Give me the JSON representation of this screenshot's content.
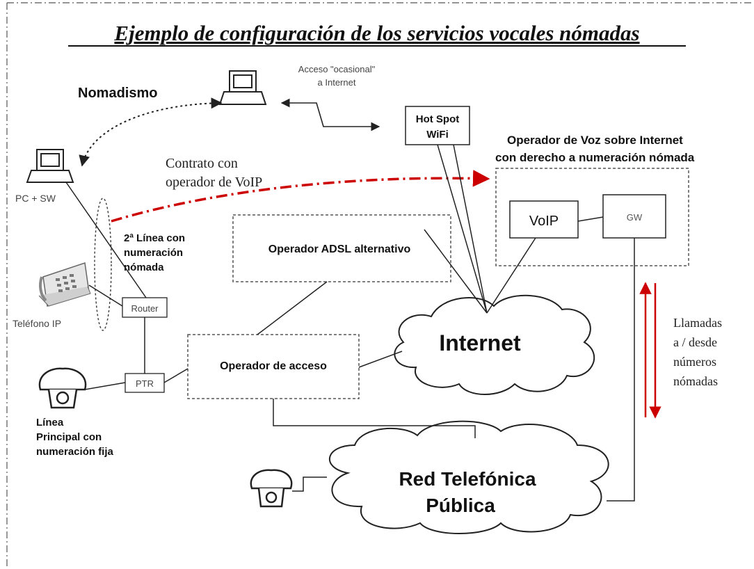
{
  "title": "Ejemplo de configuración de los servicios vocales nómadas",
  "labels": {
    "nomadismo": "Nomadismo",
    "acceso_line1": "Acceso \"ocasional\"",
    "acceso_line2": "a Internet",
    "hotspot_line1": "Hot Spot",
    "hotspot_line2": "WiFi",
    "operador_voz_line1": "Operador de Voz sobre Internet",
    "operador_voz_line2": "con derecho a numeración nómada",
    "contrato_line1": "Contrato con",
    "contrato_line2": "operador de VoIP",
    "pc_sw": "PC + SW",
    "segunda_linea_line1": "2ª Línea con",
    "segunda_linea_line2": "numeración",
    "segunda_linea_line3": "nómada",
    "adsl": "Operador ADSL alternativo",
    "voip": "VoIP",
    "gw": "GW",
    "router": "Router",
    "telefono_ip": "Teléfono IP",
    "internet": "Internet",
    "operador_acceso": "Operador de acceso",
    "ptr": "PTR",
    "linea_principal_line1": "Línea",
    "linea_principal_line2": "Principal con",
    "linea_principal_line3": "numeración fija",
    "red_line1": "Red Telefónica",
    "red_line2": "Pública",
    "llamadas_line1": "Llamadas",
    "llamadas_line2": "a / desde",
    "llamadas_line3": "números",
    "llamadas_line4": "nómadas"
  },
  "colors": {
    "line": "#333333",
    "text": "#111111",
    "dashed_box": "#555555",
    "voip_contract": "#cc0000",
    "call_arrows": "#cc0000",
    "frame": "#555555"
  }
}
